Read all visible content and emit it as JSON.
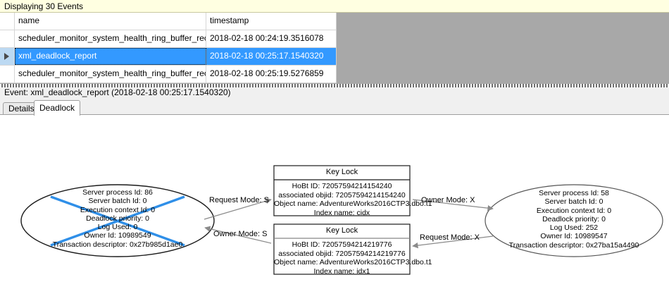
{
  "banner": {
    "text": "Displaying 30 Events"
  },
  "grid": {
    "columns": [
      "",
      "name",
      "timestamp"
    ],
    "rows": [
      {
        "selector": "",
        "name": "scheduler_monitor_system_health_ring_buffer_recorded",
        "timestamp": "2018-02-18 00:24:19.3516078",
        "selected": false
      },
      {
        "selector": "row-indicator",
        "name": "xml_deadlock_report",
        "timestamp": "2018-02-18 00:25:17.1540320",
        "selected": true
      },
      {
        "selector": "",
        "name": "scheduler_monitor_system_health_ring_buffer_recorded",
        "timestamp": "2018-02-18 00:25:19.5276859",
        "selected": false
      }
    ]
  },
  "event_header": {
    "text": "Event: xml_deadlock_report (2018-02-18 00:25:17.1540320)"
  },
  "tabs": [
    {
      "id": "details",
      "label": "Details",
      "active": false
    },
    {
      "id": "deadlock",
      "label": "Deadlock",
      "active": true
    }
  ],
  "deadlock": {
    "victim_process": {
      "lines": [
        "Server process Id: 86",
        "Server batch Id: 0",
        "Execution context Id: 0",
        "Deadlock priority: 0",
        "Log Used: 0",
        "Owner Id: 10989549",
        "Transaction descriptor: 0x27b985d1ae0"
      ],
      "is_victim": true,
      "victim_cross_color": "#2f8fe8"
    },
    "other_process": {
      "lines": [
        "Server process Id: 58",
        "Server batch Id: 0",
        "Execution context Id: 0",
        "Deadlock priority: 0",
        "Log Used: 252",
        "Owner Id: 10989547",
        "Transaction descriptor: 0x27ba15a4490"
      ],
      "is_victim": false
    },
    "resources": [
      {
        "title": "Key Lock",
        "lines": [
          "HoBt ID: 72057594214154240",
          "associated objid: 72057594214154240",
          "Object name: AdventureWorks2016CTP3.dbo.t1",
          "Index name: cidx"
        ]
      },
      {
        "title": "Key Lock",
        "lines": [
          "HoBt ID: 72057594214219776",
          "associated objid: 72057594214219776",
          "Object name: AdventureWorks2016CTP3.dbo.t1",
          "Index name: idx1"
        ]
      }
    ],
    "edges": [
      {
        "id": "edge-request-s",
        "label": "Request Mode: S"
      },
      {
        "id": "edge-owner-x",
        "label": "Owner Mode: X"
      },
      {
        "id": "edge-owner-s",
        "label": "Owner Mode: S"
      },
      {
        "id": "edge-request-x",
        "label": "Request Mode: X"
      }
    ]
  },
  "colors": {
    "banner_bg": "#ffffe1",
    "selection_blue": "#3399ff",
    "grid_backdrop_gray": "#a8a8a8",
    "victim_cross": "#2f8fe8"
  }
}
